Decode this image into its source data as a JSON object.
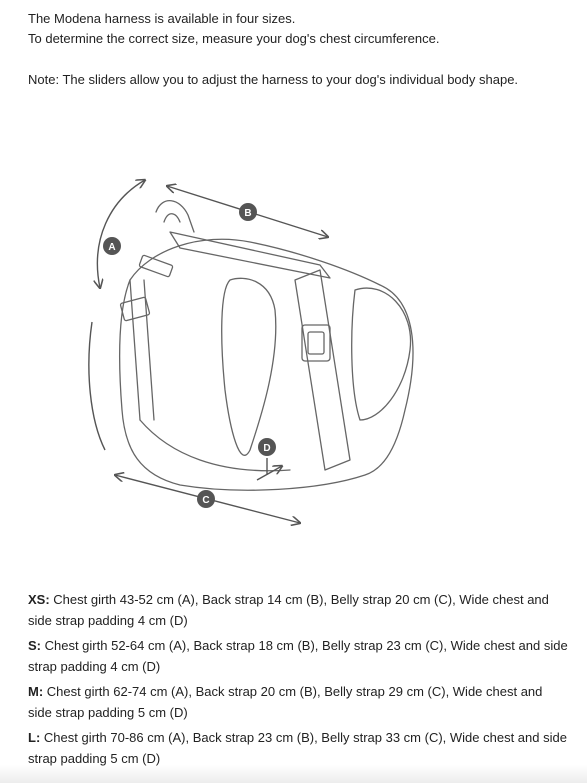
{
  "intro": {
    "line1": "The Modena harness is available in four sizes.",
    "line2": "To determine the correct size, measure your dog's chest circumference.",
    "note": "Note: The sliders allow you to adjust the harness to your dog's individual body shape."
  },
  "diagram": {
    "labels": {
      "a": "A",
      "b": "B",
      "c": "C",
      "d": "D"
    },
    "colors": {
      "line": "#555555",
      "badge": "#555555"
    }
  },
  "sizes": [
    {
      "code": "XS:",
      "text": " Chest girth 43-52 cm (A), Back strap 14 cm (B), Belly strap 20 cm (C), Wide chest and side strap padding 4 cm (D)"
    },
    {
      "code": "S:",
      "text": " Chest girth 52-64 cm (A), Back strap 18 cm (B), Belly strap 23 cm (C), Wide chest and side strap padding 4 cm (D)"
    },
    {
      "code": "M:",
      "text": " Chest girth 62-74 cm (A), Back strap 20 cm (B), Belly strap 29 cm (C), Wide chest and side strap padding 5 cm (D)"
    },
    {
      "code": "L:",
      "text": " Chest girth 70-86 cm (A), Back strap 23 cm (B), Belly strap 33 cm (C), Wide chest and side strap padding 5 cm (D)"
    }
  ]
}
